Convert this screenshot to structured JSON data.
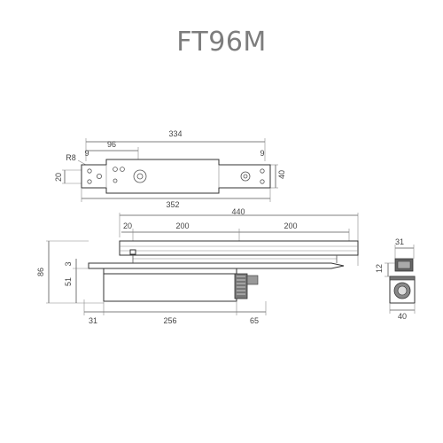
{
  "title": "FT96M",
  "dimensions": {
    "top_view": {
      "overall_inner": "334",
      "offset": "96",
      "left_small": "9",
      "right_small": "9",
      "radius": "R8",
      "left_height": "20",
      "right_height": "40",
      "overall": "352"
    },
    "side_view": {
      "rail_length": "440",
      "rail_offset": "20",
      "rail_segment_1": "200",
      "rail_segment_2": "200",
      "total_height": "86",
      "body_height": "51",
      "gap": "3",
      "left_offset": "31",
      "body_length": "256",
      "arm_offset": "65"
    },
    "end_view": {
      "width_top": "31",
      "height": "12",
      "width_bottom": "40"
    }
  }
}
